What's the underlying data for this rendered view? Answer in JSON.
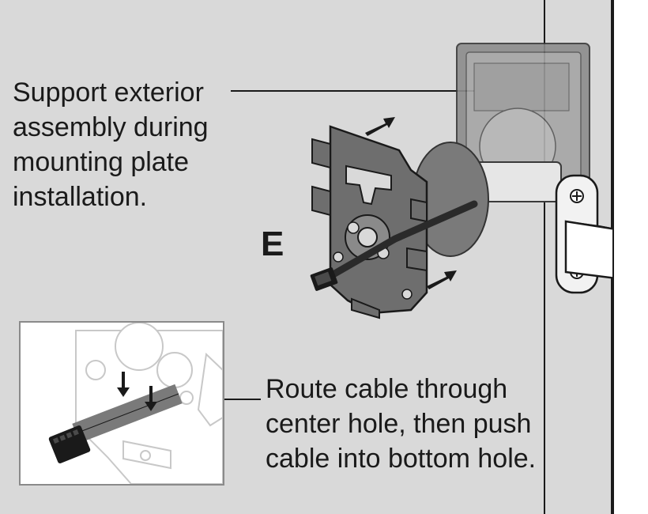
{
  "step_letter": "E",
  "callouts": {
    "support_lines": [
      "Support exterior",
      "assembly during",
      "mounting plate",
      "installation."
    ],
    "route_lines": [
      "Route cable through",
      "center hole, then push",
      "cable into bottom hole."
    ]
  },
  "colors": {
    "background": "#d9d9d9",
    "ink": "#1a1a1a",
    "plate": "#6e6e6e",
    "exterior": "#8c8c8c",
    "strike": "#f2f2f2"
  }
}
